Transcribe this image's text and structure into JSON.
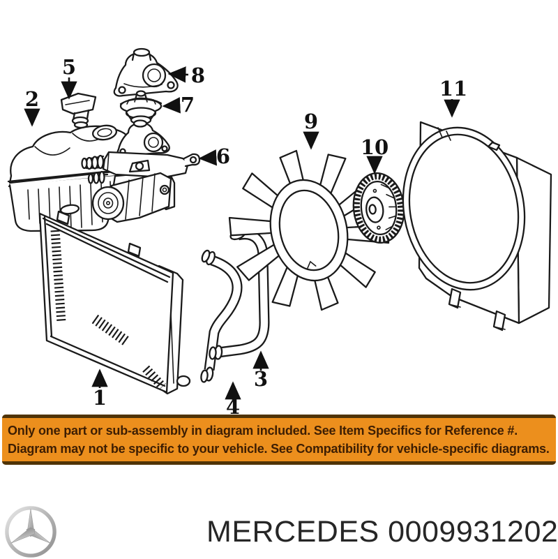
{
  "diagram": {
    "callouts": [
      {
        "label": "1",
        "part": "radiator"
      },
      {
        "label": "2",
        "part": "coolant-expansion-tank"
      },
      {
        "label": "3",
        "part": "upper-radiator-hose"
      },
      {
        "label": "4",
        "part": "lower-radiator-hose"
      },
      {
        "label": "5",
        "part": "expansion-tank-cap"
      },
      {
        "label": "6",
        "part": "thermostat-housing-assembly"
      },
      {
        "label": "7",
        "part": "thermostat"
      },
      {
        "label": "8",
        "part": "thermostat-housing-cover"
      },
      {
        "label": "9",
        "part": "cooling-fan-blade"
      },
      {
        "label": "10",
        "part": "fan-clutch"
      },
      {
        "label": "11",
        "part": "fan-shroud"
      }
    ],
    "line_color": "#1a1a1a",
    "background": "#ffffff"
  },
  "banner": {
    "line1": "Only one part or sub-assembly in diagram included. See Item Specifics for Reference #.",
    "line2": "Diagram may not be specific to your vehicle. See Compatibility for vehicle-specific diagrams.",
    "background": "#EC8F1D",
    "border_color": "#4F3306",
    "text_color": "#3D1E03"
  },
  "footer": {
    "brand": "MERCEDES",
    "part_number": "0009931202",
    "logo_icon": "mercedes-star-icon",
    "text_color": "#262626",
    "logo_silver": "#c2c2c2"
  }
}
